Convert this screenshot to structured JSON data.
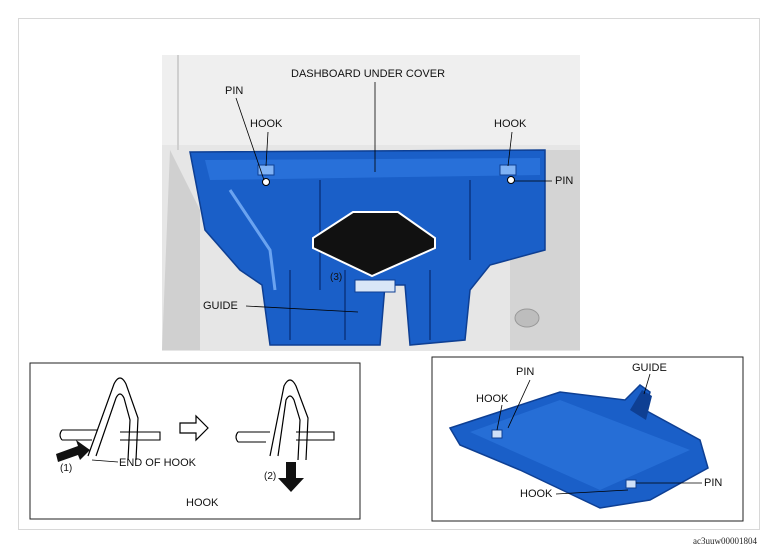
{
  "main_view": {
    "title": "DASHBOARD UNDER COVER",
    "pin_left": "PIN",
    "pin_right": "PIN",
    "hook_left": "HOOK",
    "hook_right": "HOOK",
    "step3": "(3)",
    "guide": "GUIDE"
  },
  "hook_detail": {
    "caption": "HOOK",
    "end_of_hook": "END OF HOOK",
    "step1": "(1)",
    "step2": "(2)"
  },
  "cover_view": {
    "pin_top": "PIN",
    "guide": "GUIDE",
    "hook_top": "HOOK",
    "hook_bottom": "HOOK",
    "pin_bottom": "PIN"
  },
  "figure_code": "ac3uuw00001804",
  "colors": {
    "cover_blue": "#1a5fc8",
    "cover_dark": "#0e3f93",
    "panel_gray": "#e3e3e3"
  }
}
